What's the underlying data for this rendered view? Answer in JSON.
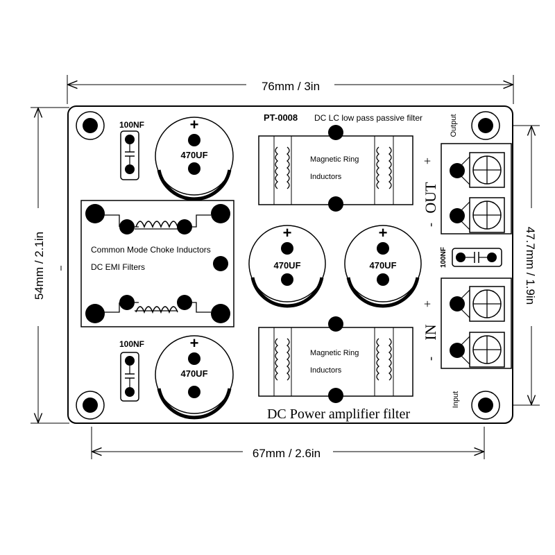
{
  "dimensions": {
    "top_width": "76mm / 3in",
    "bottom_width": "67mm / 2.6in",
    "left_height": "54mm / 2.1in",
    "right_height": "47.7mm / 1.9in"
  },
  "header": {
    "model": "PT-0008",
    "description": "DC LC low pass passive filter"
  },
  "footer": {
    "title": "DC Power amplifier filter"
  },
  "corners": {
    "output": "Output",
    "input": "Input"
  },
  "capacitors": {
    "small_top": "100NF",
    "small_bottom": "100NF",
    "small_right": "100NF",
    "big_top": "470UF",
    "big_bottom": "470UF",
    "big_mid_left": "470UF",
    "big_mid_right": "470UF",
    "plus_sign": "+"
  },
  "inductors": {
    "magnetic_top_line1": "Magnetic Ring",
    "magnetic_top_line2": "Inductors",
    "magnetic_bottom_line1": "Magnetic Ring",
    "magnetic_bottom_line2": "Inductors",
    "choke_line1": "Common Mode Choke Inductors",
    "choke_line2": "DC EMI Filters"
  },
  "terminals": {
    "out_label": "OUT",
    "in_label": "IN",
    "plus": "+",
    "minus": "-"
  }
}
